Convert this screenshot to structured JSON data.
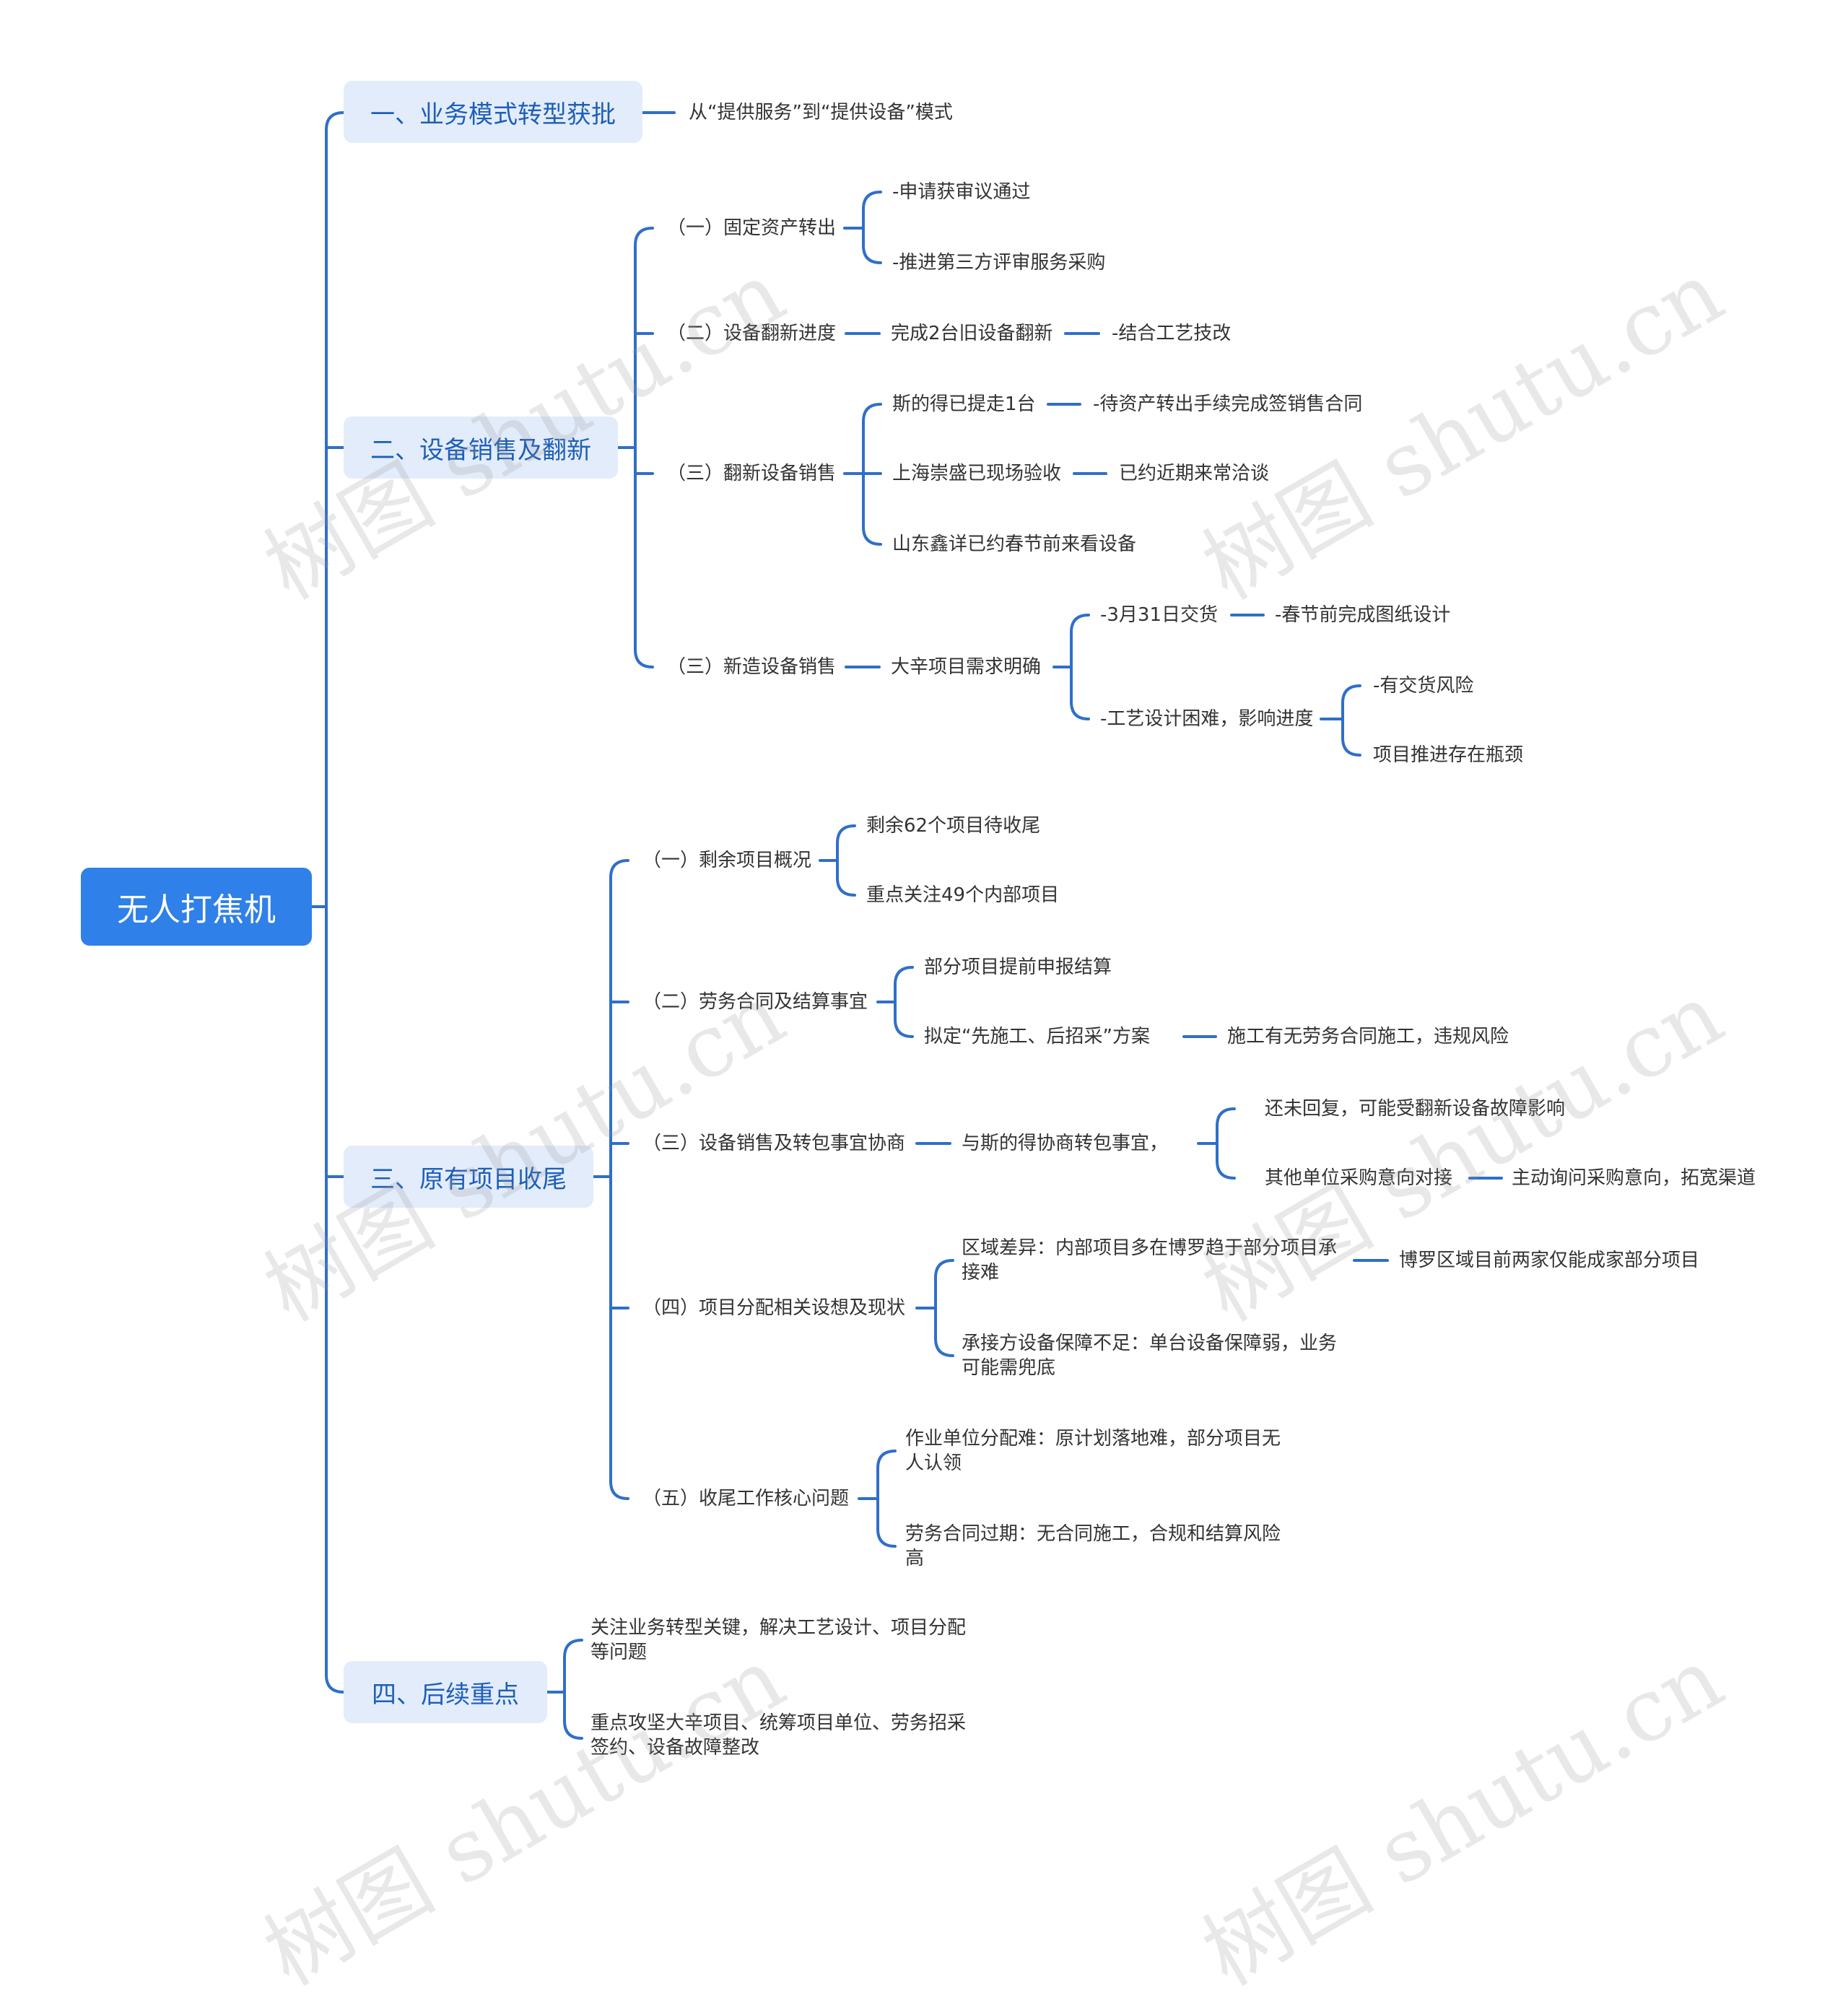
{
  "root": "无人打焦机",
  "branches": {
    "b1": {
      "label": "一、业务模式转型获批",
      "children": {
        "mode": "从“提供服务”到“提供设备”模式"
      }
    },
    "b2": {
      "label": "二、设备销售及翻新",
      "s1": {
        "label": "（一）固定资产转出",
        "a": "-申请获审议通过",
        "b": "-推进第三方评审服务采购"
      },
      "s2": {
        "label": "（二）设备翻新进度",
        "a": "完成2台旧设备翻新",
        "b": "-结合工艺技改"
      },
      "s3": {
        "label": "（三）翻新设备销售",
        "a": "斯的得已提走1台",
        "a1": "-待资产转出手续完成签销售合同",
        "b": "上海崇盛已现场验收",
        "b1": "已约近期来常洽谈",
        "c": "山东鑫详已约春节前来看设备"
      },
      "s4": {
        "label": "（三）新造设备销售",
        "a": "大辛项目需求明确",
        "a1": "-3月31日交货",
        "a11": "-春节前完成图纸设计",
        "a2": "-工艺设计困难，影响进度",
        "a21": "-有交货风险",
        "a22": "项目推进存在瓶颈"
      }
    },
    "b3": {
      "label": "三、原有项目收尾",
      "s1": {
        "label": "（一）剩余项目概况",
        "a": "剩余62个项目待收尾",
        "b": "重点关注49个内部项目"
      },
      "s2": {
        "label": "（二）劳务合同及结算事宜",
        "a": "部分项目提前申报结算",
        "b": "拟定“先施工、后招采”方案",
        "b1": "施工有无劳务合同施工，违规风险"
      },
      "s3": {
        "label": "（三）设备销售及转包事宜协商",
        "a": "与斯的得协商转包事宜，",
        "a1": "还未回复，可能受翻新设备故障影响",
        "a2": "其他单位采购意向对接",
        "a21": "主动询问采购意向，拓宽渠道"
      },
      "s4": {
        "label": "（四）项目分配相关设想及现状",
        "a": "区域差异：内部项目多在博罗趋于部分项目承接难",
        "a1": "博罗区域目前两家仅能成家部分项目",
        "b": "承接方设备保障不足：单台设备保障弱，业务可能需兜底"
      },
      "s5": {
        "label": "（五）收尾工作核心问题",
        "a": "作业单位分配难：原计划落地难，部分项目无人认领",
        "b": "劳务合同过期：无合同施工，合规和结算风险高"
      }
    },
    "b4": {
      "label": "四、后续重点",
      "a": "关注业务转型关键，解决工艺设计、项目分配等问题",
      "b": "重点攻坚大辛项目、统筹项目单位、劳务招采签约、设备故障整改"
    }
  },
  "watermark": "树图 shutu.cn",
  "colors": {
    "root": "#2f80e8",
    "branch_bg": "#e3ecfb",
    "branch_text": "#1d5fb8",
    "line": "#2f6fc9",
    "text": "#333333"
  }
}
